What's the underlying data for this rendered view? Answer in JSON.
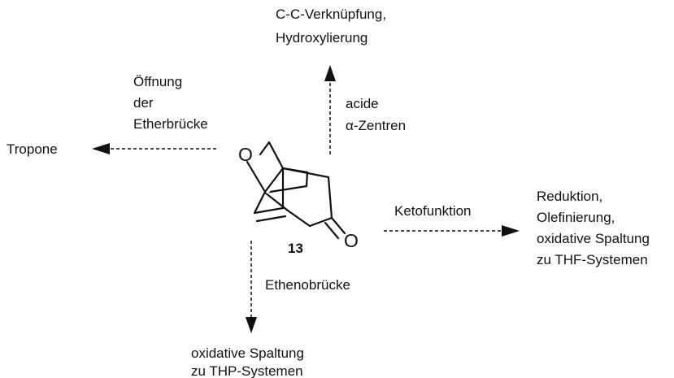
{
  "top": {
    "line1": "C-C-Verknüpfung,",
    "line2": "Hydroxylierung"
  },
  "acidic": {
    "line1": "acide",
    "line2": "α-Zentren"
  },
  "opening": {
    "line1": "Öffnung",
    "line2": "der",
    "line3": "Etherbrücke"
  },
  "left_target": "Tropone",
  "ketone": {
    "label": "Ketofunktion"
  },
  "right_target": {
    "line1": "Reduktion,",
    "line2": "Olefinierung,",
    "line3": "oxidative Spaltung",
    "line4": "zu THF-Systemen"
  },
  "compound": {
    "number": "13",
    "oxygen_bridge": "O",
    "oxygen_ketone": "O"
  },
  "etheno": {
    "label": "Ethenobrücke"
  },
  "bottom_target": {
    "line1": "oxidative Spaltung",
    "line2": "zu THP-Systemen"
  }
}
